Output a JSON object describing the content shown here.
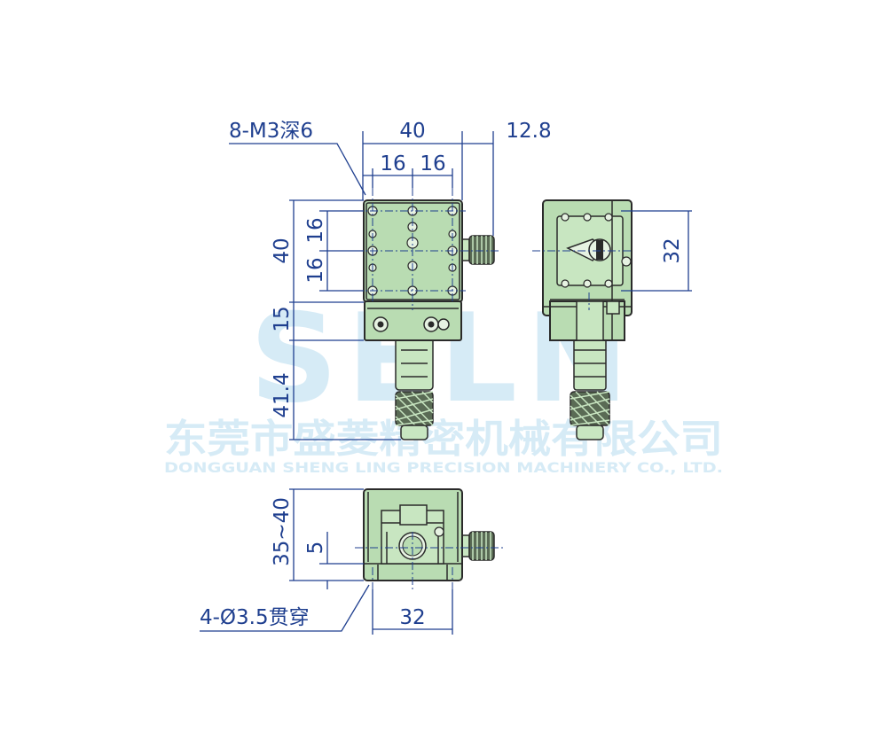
{
  "annotations": {
    "holes_top": "8-M3深6",
    "width_top": "40",
    "screw_offset": "12.8",
    "spacing_h1": "16",
    "spacing_h2": "16",
    "height_top": "40",
    "spacing_v1": "16",
    "spacing_v2": "16",
    "bracket_height": "15",
    "micrometer_length": "41.4",
    "side_height": "32",
    "front_height_range": "35~40",
    "front_step": "5",
    "holes_bottom": "4-Ø3.5贯穿",
    "front_width": "32"
  },
  "watermark": {
    "logo_text": "SELN",
    "company_cn": "东莞市盛菱精密机械有限公司",
    "company_en": "DONGGUAN SHENG LING PRECISION MACHINERY CO., LTD."
  },
  "colors": {
    "dimension": "#1f3f8f",
    "part_body": "#b9dcb2",
    "outline": "#2a2a2a",
    "watermark": "#d6ebf6"
  }
}
